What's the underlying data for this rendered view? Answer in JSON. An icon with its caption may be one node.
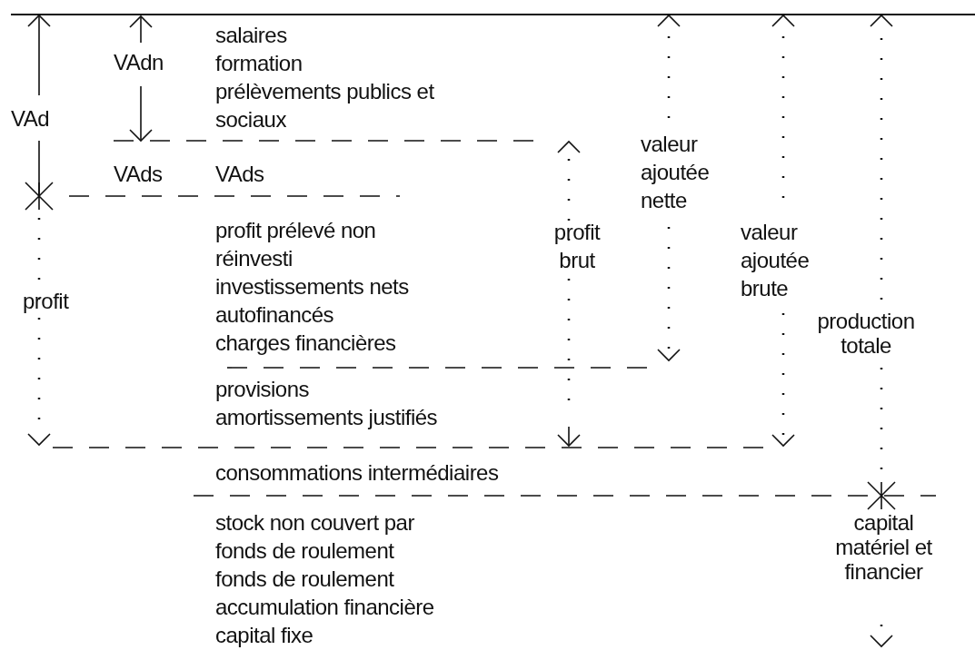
{
  "diagram": {
    "labels": [
      "VAdn",
      "salaires",
      "formation",
      "prélèvements publics et sociaux",
      "VAd",
      "valeur ajoutée nette",
      "VAds",
      "VAds",
      "profit prélevé non réinvesti",
      "profit brut",
      "valeur ajoutée brute",
      "investissements nets autofinancés",
      "profit",
      "charges financières",
      "production totale",
      "provisions",
      "amortissements justifiés",
      "consommations intermédiaires",
      "stock non couvert par fonds de roulement",
      "capital matériel et financier",
      "fonds de roulement",
      "accumulation financière",
      "capital fixe"
    ]
  }
}
